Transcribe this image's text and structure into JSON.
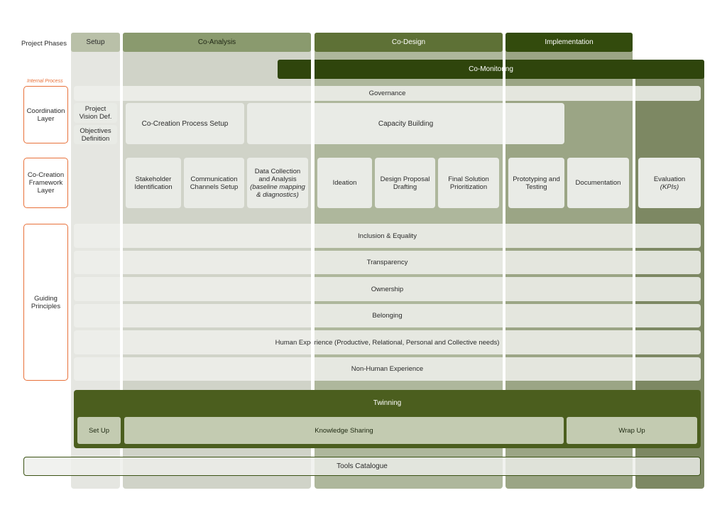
{
  "phases_label": "Project Phases",
  "internal_process_label": "Internal Process",
  "phases": {
    "setup": "Setup",
    "co_analysis": "Co-Analysis",
    "co_design": "Co-Design",
    "implementation": "Implementation"
  },
  "co_monitoring": "Co-Monitoring",
  "governance": "Governance",
  "layers": {
    "coordination": "Coordination Layer",
    "cocreation": "Co-Creation Framework Layer",
    "guiding": "Guiding Principles"
  },
  "coordination": {
    "project_vision": "Project Vision Def.",
    "objectives": "Objectives Definition",
    "process_setup": "Co-Creation Process Setup",
    "capacity_building": "Capacity Building"
  },
  "framework": {
    "stakeholder": "Stakeholder Identification",
    "communication": "Communication Channels Setup",
    "data_collection": "Data Collection and Analysis",
    "data_collection_note": "(baseline mapping & diagnostics)",
    "ideation": "Ideation",
    "design_proposal": "Design Proposal Drafting",
    "final_solution": "Final Solution Prioritization",
    "prototyping": "Prototyping and Testing",
    "documentation": "Documentation",
    "evaluation": "Evaluation",
    "evaluation_note": "(KPIs)"
  },
  "principles": [
    "Inclusion & Equality",
    "Transparency",
    "Ownership",
    "Belonging",
    "Human Experience (Productive, Relational, Personal and Collective needs)",
    "Non-Human Experience"
  ],
  "twinning": {
    "title": "Twinning",
    "setup": "Set Up",
    "knowledge_sharing": "Knowledge Sharing",
    "wrap_up": "Wrap Up"
  },
  "tools_catalogue": "Tools Catalogue",
  "colors": {
    "setup_bg": "#e5e6e1",
    "analysis_bg": "#d0d3c8",
    "design_bg": "#aeb79c",
    "implementation_bg": "#9ba585",
    "monitoring_bg": "#7d8863",
    "twinning_bg": "#4b5e1e",
    "accent_orange": "#e8713a"
  }
}
